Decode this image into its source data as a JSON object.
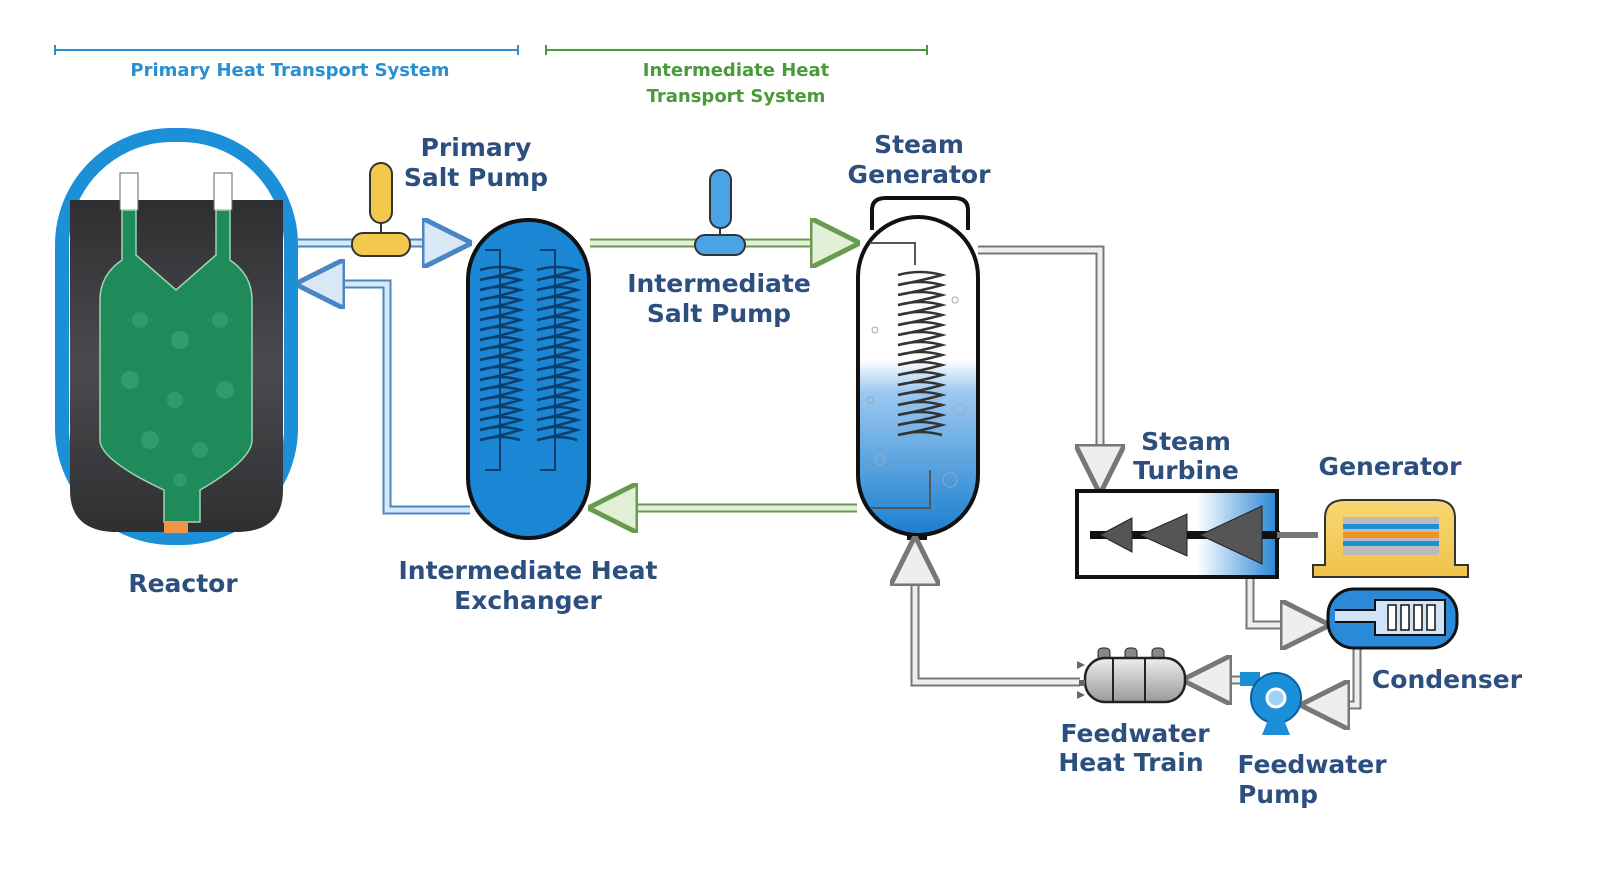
{
  "systems": {
    "primary": {
      "label": "Primary Heat Transport System",
      "color": "#2a8fd0"
    },
    "intermediate": {
      "line1": "Intermediate Heat",
      "line2": "Transport System",
      "color": "#4a9a3a"
    }
  },
  "components": {
    "reactor": {
      "label": "Reactor"
    },
    "primary_pump": {
      "line1": "Primary",
      "line2": "Salt Pump"
    },
    "ihx": {
      "line1": "Intermediate Heat",
      "line2": "Exchanger"
    },
    "intermediate_pump": {
      "line1": "Intermediate",
      "line2": "Salt Pump"
    },
    "steam_generator": {
      "line1": "Steam",
      "line2": "Generator"
    },
    "steam_turbine": {
      "line1": "Steam",
      "line2": "Turbine"
    },
    "generator": {
      "label": "Generator"
    },
    "condenser": {
      "label": "Condenser"
    },
    "feedwater_pump": {
      "line1": "Feedwater",
      "line2": "Pump"
    },
    "feedwater_heat_train": {
      "line1": "Feedwater",
      "line2": "Heat Train"
    }
  },
  "colors": {
    "label": "#2d4f7f",
    "vessel_blue": "#1b8fd8",
    "core_green": "#1f8a5a",
    "pump_yellow": "#f2c94c",
    "steam_gray": "#b8b8b8"
  }
}
